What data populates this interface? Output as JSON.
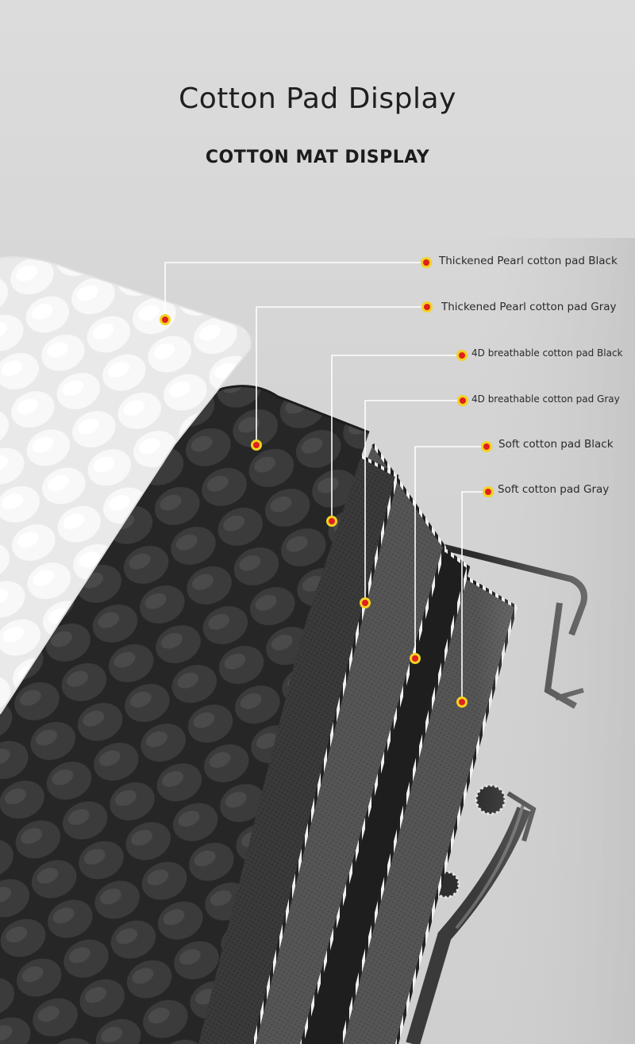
{
  "title": "Cotton Pad Display",
  "subtitle": "COTTON MAT DISPLAY",
  "callouts": [
    {
      "label": "Thickened Pearl cotton pad Black"
    },
    {
      "label": "Thickened Pearl cotton pad Gray"
    },
    {
      "label": "4D breathable cotton pad Black"
    },
    {
      "label": "4D breathable cotton pad Gray"
    },
    {
      "label": "Soft cotton pad Black"
    },
    {
      "label": "Soft cotton pad Gray"
    }
  ],
  "colors": {
    "marker_fill": "#e0201e",
    "marker_ring": "#f2d321",
    "leader_line": "#ffffff",
    "background": "#d4d4d4"
  }
}
